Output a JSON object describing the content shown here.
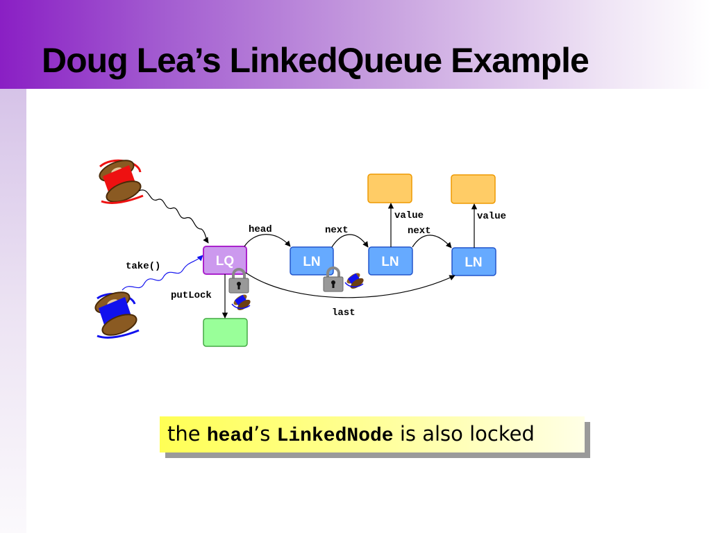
{
  "slide": {
    "title": "Doug Lea’s LinkedQueue Example"
  },
  "diagram": {
    "nodes": {
      "lq": "LQ",
      "ln1": "LN",
      "ln2": "LN",
      "ln3": "LN"
    },
    "labels": {
      "head": "head",
      "next1": "next",
      "next2": "next",
      "value1": "value",
      "value2": "value",
      "last": "last",
      "take": "take()",
      "putlock": "putLock"
    },
    "colors": {
      "lq_fill": "#cc99ee",
      "lq_stroke": "#aa22cc",
      "ln_fill": "#66aaff",
      "ln_stroke": "#2255cc",
      "value_fill": "#ffcc66",
      "value_stroke": "#ee9900",
      "putlock_fill": "#99ff99",
      "putlock_stroke": "#44aa44",
      "thread_red": "#ee1111",
      "thread_blue": "#1111ee"
    },
    "icons": [
      "red-thread-spool-icon",
      "blue-thread-spool-icon",
      "padlock-icon"
    ]
  },
  "caption": {
    "part1": "the ",
    "part2": "head",
    "part3": "’s ",
    "part4": "LinkedNode",
    "part5": " is also locked"
  }
}
